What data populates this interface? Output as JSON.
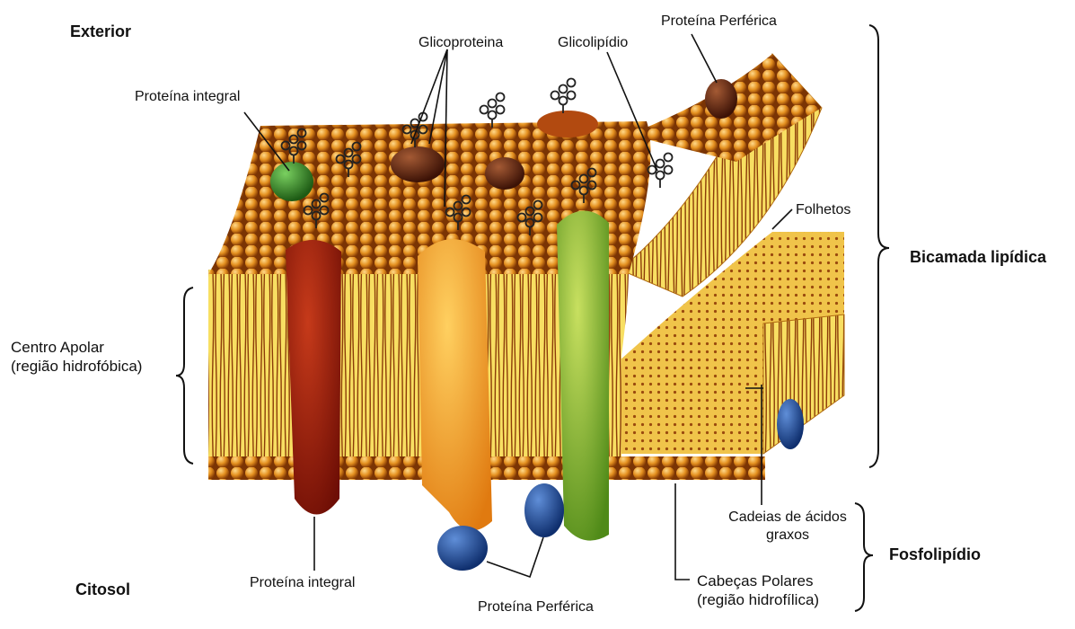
{
  "labels": {
    "exterior": "Exterior",
    "citosol": "Citosol",
    "proteina_integral_top": "Proteína integral",
    "proteina_integral_bottom": "Proteína integral",
    "glicoproteina": "Glicoproteina",
    "glicolipidio": "Glicolipídio",
    "proteina_periferica_top": "Proteína Perférica",
    "proteina_periferica_bottom": "Proteína Perférica",
    "folhetos": "Folhetos",
    "bicamada_lipidica": "Bicamada lipídica",
    "centro_apolar_line1": "Centro Apolar",
    "centro_apolar_line2": "(região hidrofóbica)",
    "cadeias_line1": "Cadeias de ácidos",
    "cadeias_line2": "graxos",
    "fosfolipidio": "Fosfolipídio",
    "cabecas_line1": "Cabeças Polares",
    "cabecas_line2": "(região hidrofílica)"
  },
  "colors": {
    "head": "#e08a1c",
    "head_dark": "#9a4a06",
    "tail_bg": "#f7dc5a",
    "tail_line": "#8a3b0a",
    "integral_red": "#a41c0c",
    "integral_orange": "#f0a020",
    "integral_green": "#7ab52a",
    "peripheral_blue": "#1f4f9a",
    "peripheral_brown": "#5a2410",
    "integral_small_green": "#3a8a2a"
  }
}
